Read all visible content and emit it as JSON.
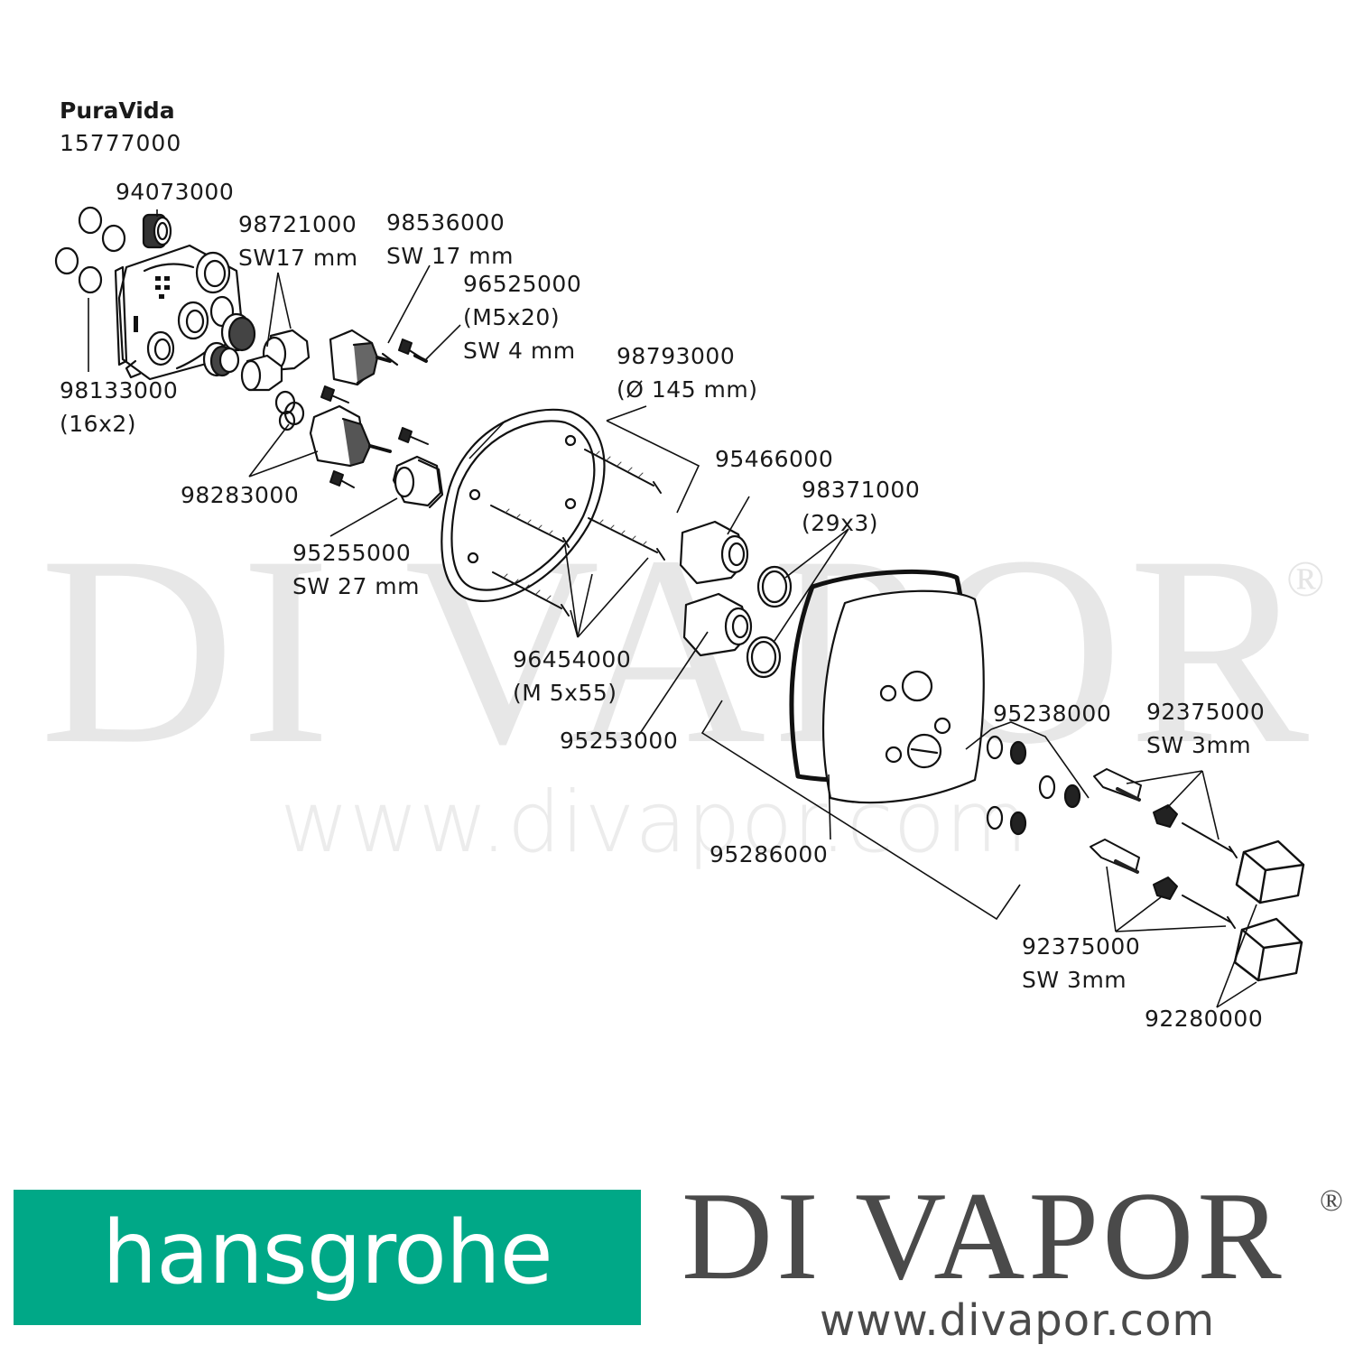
{
  "watermark": {
    "text": "DI VAPOR",
    "reg": "®",
    "url": "www.divapor.com"
  },
  "header": {
    "title": "PuraVida",
    "model": "15777000"
  },
  "labels": [
    {
      "id": "94073000",
      "lines": [
        "94073000"
      ]
    },
    {
      "id": "98721000",
      "lines": [
        "98721000",
        "SW17 mm"
      ]
    },
    {
      "id": "98536000",
      "lines": [
        "98536000",
        "SW 17 mm"
      ]
    },
    {
      "id": "96525000",
      "lines": [
        "96525000",
        "(M5x20)",
        "SW 4 mm"
      ]
    },
    {
      "id": "98133000",
      "lines": [
        "98133000",
        "(16x2)"
      ]
    },
    {
      "id": "98793000",
      "lines": [
        "98793000",
        "(Ø 145 mm)"
      ]
    },
    {
      "id": "98283000",
      "lines": [
        "98283000"
      ]
    },
    {
      "id": "95466000",
      "lines": [
        "95466000"
      ]
    },
    {
      "id": "98371000",
      "lines": [
        "98371000",
        "(29x3)"
      ]
    },
    {
      "id": "95255000",
      "lines": [
        "95255000",
        "SW 27 mm"
      ]
    },
    {
      "id": "96454000",
      "lines": [
        "96454000",
        "(M 5x55)"
      ]
    },
    {
      "id": "95253000",
      "lines": [
        "95253000"
      ]
    },
    {
      "id": "95238000",
      "lines": [
        "95238000"
      ]
    },
    {
      "id": "92375000a",
      "lines": [
        "92375000",
        "SW 3mm"
      ]
    },
    {
      "id": "95286000",
      "lines": [
        "95286000"
      ]
    },
    {
      "id": "92375000b",
      "lines": [
        "92375000",
        "SW 3mm"
      ]
    },
    {
      "id": "92280000",
      "lines": [
        "92280000"
      ]
    }
  ],
  "logos": {
    "hansgrohe": "hansgrohe",
    "divapor": "DI VAPOR",
    "divapor_reg": "®",
    "divapor_url": "www.divapor.com"
  }
}
